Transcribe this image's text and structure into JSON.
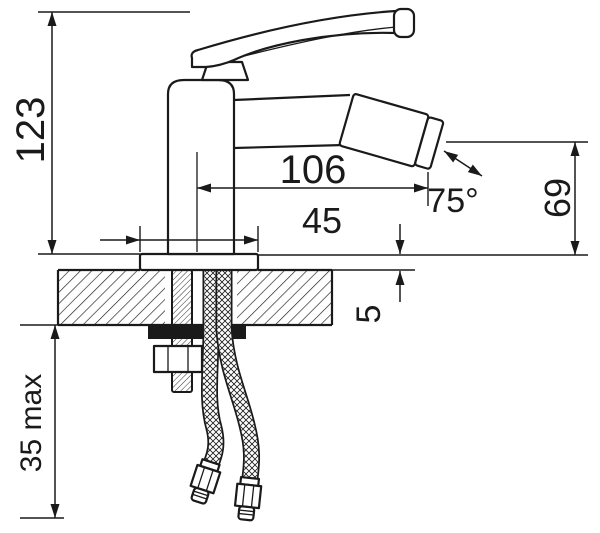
{
  "drawing": {
    "subject": "bidet-single-lever-mixer-tap",
    "view": "side-elevation-with-mounting-cross-section",
    "line_color": "#1a1a1a",
    "background_color": "#ffffff",
    "dimensions": {
      "total_height": "123",
      "spout_reach": "106",
      "base_width": "45",
      "aerator_angle": "75°",
      "spout_outlet_height": "69",
      "base_plate_thickness": "5",
      "max_mounting_thickness": "35 max"
    }
  }
}
